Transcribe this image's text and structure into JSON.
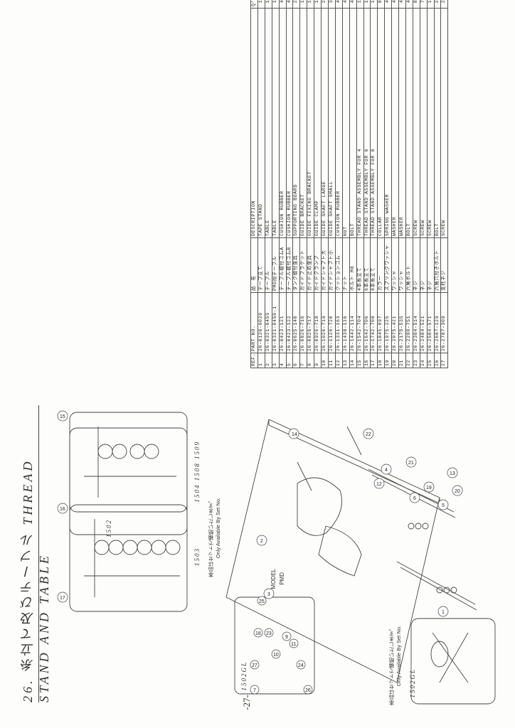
{
  "title": "26. 糸立て及びテーブル THREAD STAND AND TABLE",
  "page_number": "-27-",
  "table": {
    "headers": {
      "ref": "REF.NO",
      "part": "PART NO.",
      "jp": "品　名",
      "desc": "DESCRIPTION",
      "qty": "Q'TY"
    },
    "rows": [
      {
        "ref": "1",
        "part": "26-0120-6020",
        "jp": "テープ立て",
        "desc": "TAPE STAND",
        "qty": "1"
      },
      {
        "ref": "2",
        "part": "26-0321-045S",
        "jp": "テーブル",
        "desc": "TABLE",
        "qty": "1"
      },
      {
        "ref": "3",
        "part": "26-0321-0450-1",
        "jp": "PMD用テーブル",
        "desc": "TABLE",
        "qty": "1"
      },
      {
        "ref": "4",
        "part": "26-0423-121",
        "jp": "テーブル取付ゴムA",
        "desc": "CUSHION RUBBER",
        "qty": "4"
      },
      {
        "ref": "5",
        "part": "26-0423-122",
        "jp": "テーブル取付ゴムB",
        "desc": "CUSHION RUBBER",
        "qty": "4"
      },
      {
        "ref": "6",
        "part": "26-0625-140",
        "jp": "タンク取付金具",
        "desc": "SUPPORTING BOARD",
        "qty": "2"
      },
      {
        "ref": "7",
        "part": "26-0826-716",
        "jp": "ガイドブラケット",
        "desc": "GUIDE BRACKET",
        "qty": "1"
      },
      {
        "ref": "8",
        "part": "26-0826-717",
        "jp": "ガイド止め金具",
        "desc": "GUIDE FIXING BRACKET",
        "qty": "1"
      },
      {
        "ref": "9",
        "part": "26-0926-718",
        "jp": "ガイドクランプ",
        "desc": "GUIDE CLAMP",
        "qty": "1"
      },
      {
        "ref": "10",
        "part": "26-1026-719",
        "jp": "ガイドシャフト大",
        "desc": "GUIDE SHAFT LARGE",
        "qty": "2"
      },
      {
        "ref": "11",
        "part": "26-1126-720",
        "jp": "ガイドシャフト小",
        "desc": "GUIDE SHAFT SMALL",
        "qty": "3"
      },
      {
        "ref": "12",
        "part": "26-1331-163",
        "jp": "クッションゴム",
        "desc": "CUSHION RUBBER",
        "qty": "4"
      },
      {
        "ref": "13",
        "part": "26-1438-116",
        "jp": "ナット",
        "desc": "NUT",
        "qty": "4"
      },
      {
        "ref": "14",
        "part": "26-1442-114",
        "jp": "ボルト M8",
        "desc": "BOLT",
        "qty": "4"
      },
      {
        "ref": "15",
        "part": "26-1542-704",
        "jp": "4本糸立て",
        "desc": "THREAD STAND ASSEMBLY FOR 4",
        "qty": "1"
      },
      {
        "ref": "16",
        "part": "26-1642-706",
        "jp": "6本糸立て",
        "desc": "THREAD STAND ASSEMBLY FOR 6",
        "qty": "1"
      },
      {
        "ref": "17",
        "part": "26-1742-708",
        "jp": "8本糸立て",
        "desc": "THREAD STAND ASSEMBLY FOR 8",
        "qty": "1"
      },
      {
        "ref": "18",
        "part": "26-1845-097",
        "jp": "カラー",
        "desc": "COLLAR",
        "qty": "8"
      },
      {
        "ref": "19",
        "part": "26-1975-225",
        "jp": "スプリングワッシャ",
        "desc": "SPRING WASHER",
        "qty": "4"
      },
      {
        "ref": "20",
        "part": "26-2075-421",
        "jp": "ワッシャ",
        "desc": "WASHER",
        "qty": "4"
      },
      {
        "ref": "21",
        "part": "26-2175-535",
        "jp": "ワッシャ",
        "desc": "WASHER",
        "qty": "4"
      },
      {
        "ref": "22",
        "part": "26-2280-751",
        "jp": "六角ボルト",
        "desc": "BOLT",
        "qty": "4"
      },
      {
        "ref": "23",
        "part": "26-2384-514",
        "jp": "ネジ",
        "desc": "SCREW",
        "qty": "8"
      },
      {
        "ref": "24",
        "part": "26-2484-521",
        "jp": "ネジ",
        "desc": "SCREW",
        "qty": "7"
      },
      {
        "ref": "25",
        "part": "26-2584-571",
        "jp": "ネジ",
        "desc": "SCREW",
        "qty": "1"
      },
      {
        "ref": "26",
        "part": "26-2687-129",
        "jp": "六角穴付きボルト",
        "desc": "BOLT",
        "qty": "2"
      },
      {
        "ref": "27",
        "part": "26-2787-309",
        "jp": "支柱ネジ",
        "desc": "SCREW",
        "qty": "2"
      }
    ]
  },
  "drawing": {
    "callouts": [
      "15",
      "16",
      "17",
      "1",
      "2",
      "3",
      "4",
      "5",
      "6",
      "7",
      "10",
      "11",
      "12",
      "13",
      "14",
      "18",
      "19",
      "20",
      "21",
      "22",
      "23",
      "24",
      "25",
      "26",
      "27"
    ],
    "set_labels": {
      "s1502": "1502",
      "s1503": "1503",
      "s1504": "1504  1508  1509",
      "s1502gl": "1502GL",
      "s1502gl_b": "1502GL"
    },
    "note_jp": "本品はセットで補給いたします。",
    "note_en": "Only Available By Set No.",
    "model_label": "MODEL",
    "model_value": "PMD"
  }
}
